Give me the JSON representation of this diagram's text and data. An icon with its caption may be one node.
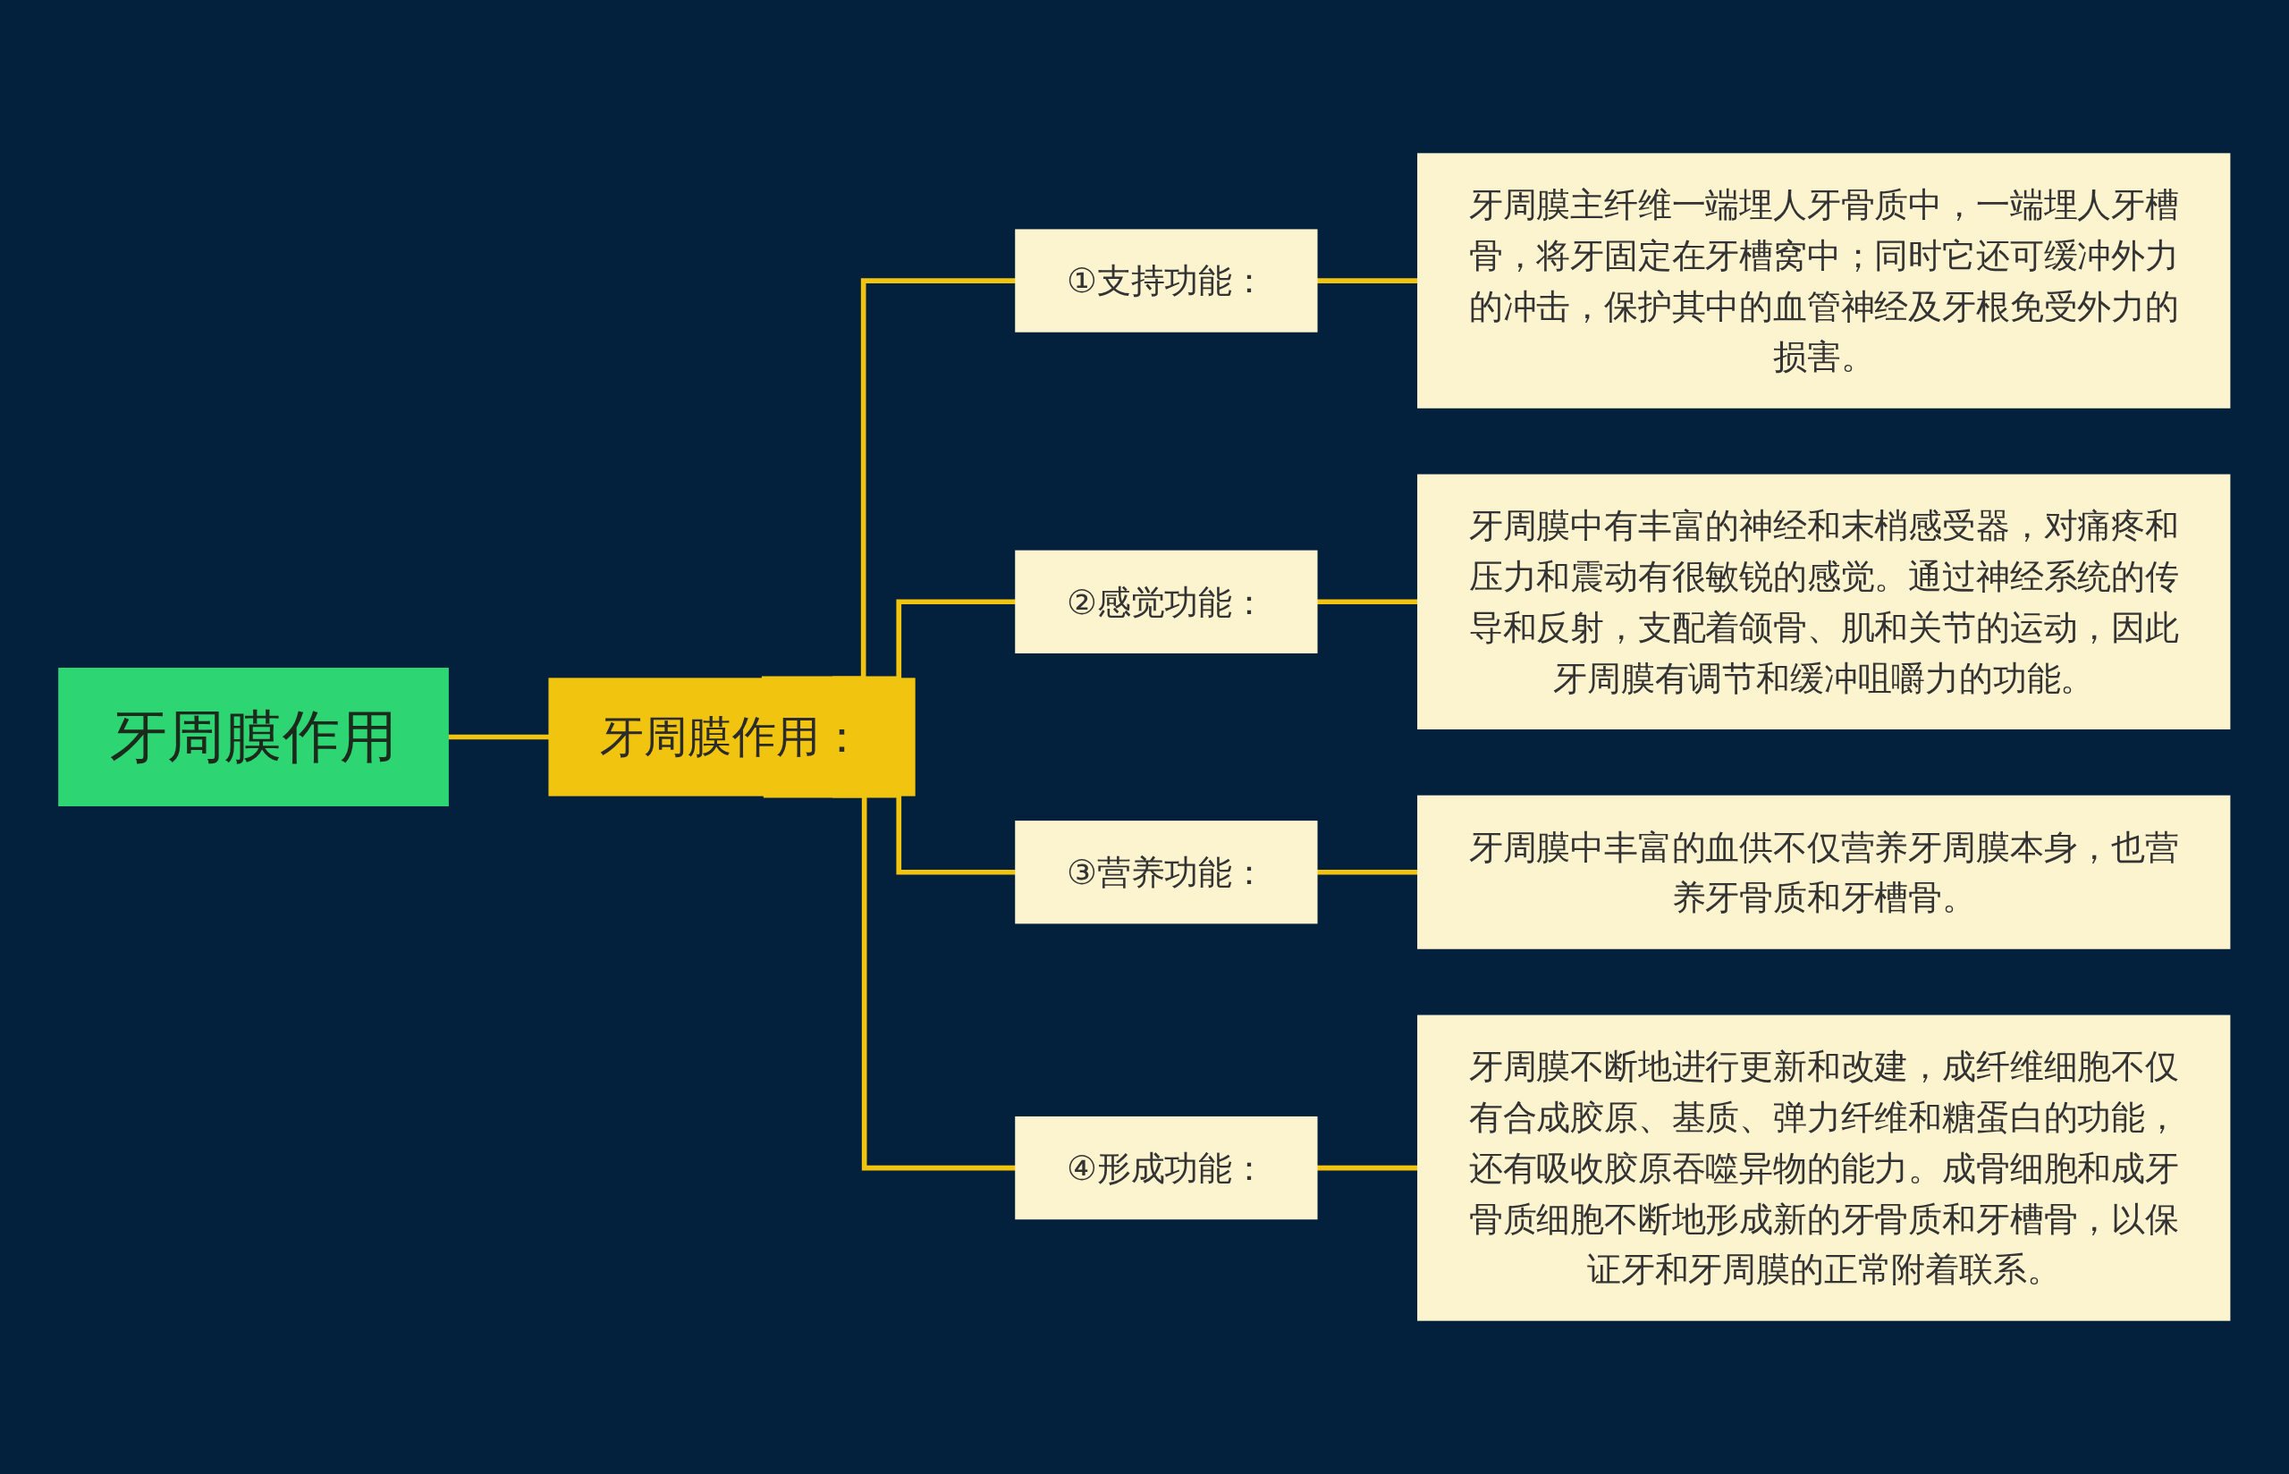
{
  "diagram": {
    "nodes": [
      {
        "text": [
          "牙周膜作用"
        ]
      },
      {
        "text": [
          "牙周膜作用："
        ]
      },
      {
        "text": [
          "①支持功能："
        ]
      },
      {
        "text": [
          "②感觉功能："
        ]
      },
      {
        "text": [
          "③营养功能："
        ]
      },
      {
        "text": [
          "④形成功能："
        ]
      },
      {
        "text": [
          "牙周膜主纤维一端埋人牙骨质中，一端埋人牙槽骨，将牙固定在牙槽窝中；同时它还可缓冲外力的冲击，保护其中的血管神经及牙根免受外力的损害。"
        ]
      },
      {
        "text": [
          "牙周膜中有丰富的神经和末梢感受器，对痛疼和压力和震动有很敏锐的感觉。通过神经系统的传导和反射，支配着颌骨、肌和关节的运动，因此牙周膜有调节和缓冲咀嚼力的功能。"
        ]
      },
      {
        "text": [
          "牙周膜中丰富的血供不仅营养牙周膜本身，也营养牙骨质和牙槽骨。"
        ]
      },
      {
        "text": [
          "牙周膜不断地进行更新和改建，成纤维细胞不仅有合成胶原、基质、弹力纤维和糖蛋白的功能，还有吸收胶原吞噬异物的能力。成骨细胞和成牙骨质细胞不断地形成新的牙骨质和牙槽骨，以保证牙和牙周膜的正常附着联系。"
        ]
      }
    ],
    "edges": [
      {
        "from": 0,
        "to": 1,
        "arrow": "none"
      },
      {
        "from": 1,
        "to": 2,
        "arrow": "none"
      },
      {
        "from": 1,
        "to": 3,
        "arrow": "none"
      },
      {
        "from": 1,
        "to": 4,
        "arrow": "none"
      },
      {
        "from": 1,
        "to": 5,
        "arrow": "none"
      },
      {
        "from": 2,
        "to": 6,
        "arrow": "none"
      },
      {
        "from": 3,
        "to": 7,
        "arrow": "none"
      },
      {
        "from": 4,
        "to": 8,
        "arrow": "none"
      },
      {
        "from": 5,
        "to": 9,
        "arrow": "none"
      }
    ]
  }
}
